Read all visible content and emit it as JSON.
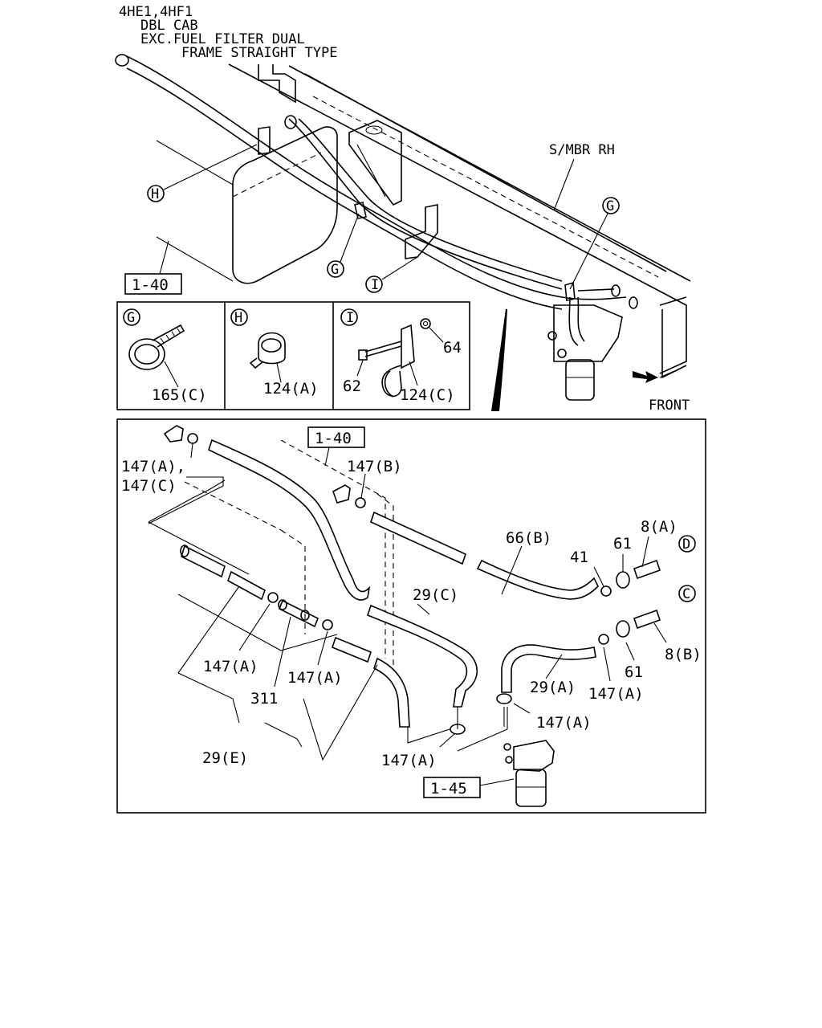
{
  "header": {
    "line1": "4HE1,4HF1",
    "line2": "DBL CAB",
    "line3": "EXC.FUEL FILTER DUAL",
    "line4": "FRAME STRAIGHT TYPE"
  },
  "top_view": {
    "frame_label": "S/MBR RH",
    "front_label": "FRONT",
    "ref_box": "1-40",
    "callouts": {
      "g": "G",
      "h": "H",
      "i": "I"
    }
  },
  "detail_panels": {
    "g": {
      "letter": "G",
      "part": "165(C)"
    },
    "h": {
      "letter": "H",
      "part": "124(A)"
    },
    "i": {
      "letter": "I",
      "bolt": "62",
      "nut": "64",
      "bracket": "124(C)"
    }
  },
  "exploded_view": {
    "ref_box_top": "1-40",
    "ref_box_bottom": "1-45",
    "labels": {
      "p147ac_1": "147(A),",
      "p147ac_2": "147(C)",
      "p147b": "147(B)",
      "p66b": "66(B)",
      "p41": "41",
      "p61_top": "61",
      "p8a": "8(A)",
      "conn_d": "D",
      "conn_c": "C",
      "p29c": "29(C)",
      "p8b": "8(B)",
      "p61_bottom": "61",
      "p147a_left": "147(A)",
      "p311": "311",
      "p147a_mid": "147(A)",
      "p29a": "29(A)",
      "p147a_right": "147(A)",
      "p147a_filter": "147(A)",
      "p147a_bottom": "147(A)",
      "p29e": "29(E)"
    }
  }
}
